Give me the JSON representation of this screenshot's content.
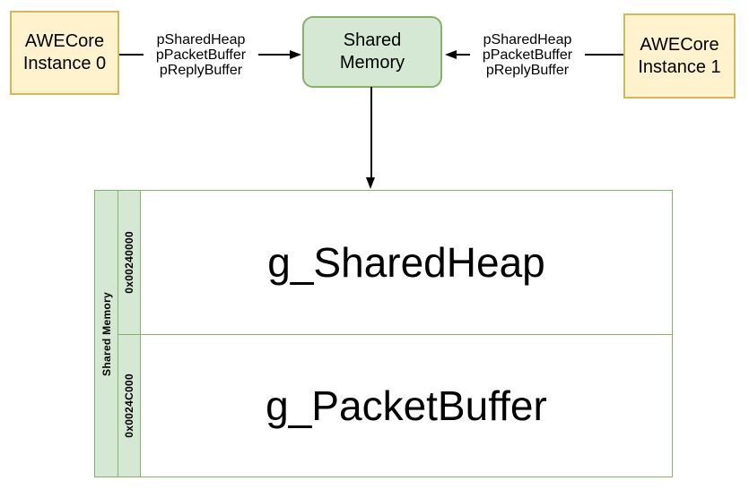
{
  "colors": {
    "yellow_fill": "#FFF2CC",
    "yellow_border": "#D6B656",
    "green_fill": "#D5E8D4",
    "green_border": "#82B366",
    "line": "#000000",
    "text": "#000000"
  },
  "nodes": {
    "instance0": {
      "line1": "AWECore",
      "line2": "Instance 0"
    },
    "shared_memory": {
      "line1": "Shared",
      "line2": "Memory"
    },
    "instance1": {
      "line1": "AWECore",
      "line2": "Instance 1"
    }
  },
  "edges": {
    "left": {
      "labels": [
        "pSharedHeap",
        "pPacketBuffer",
        "pReplyBuffer"
      ],
      "direction": "into shared memory"
    },
    "right": {
      "labels": [
        "pSharedHeap",
        "pPacketBuffer",
        "pReplyBuffer"
      ],
      "direction": "into shared memory"
    },
    "down": {
      "labels": [],
      "direction": "shared memory to table"
    }
  },
  "memory_table": {
    "side_label": "Shared Memory",
    "rows": [
      {
        "address": "0x00240000",
        "name": "g_SharedHeap"
      },
      {
        "address": "0x0024C000",
        "name": "g_PacketBuffer"
      }
    ]
  }
}
